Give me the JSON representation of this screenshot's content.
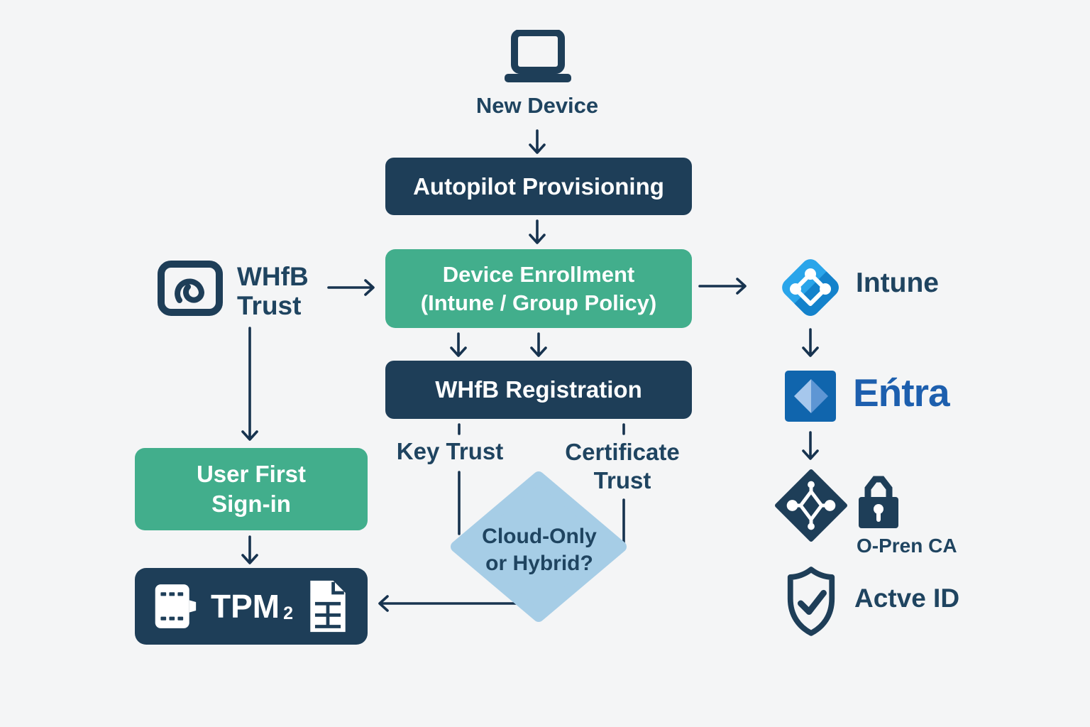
{
  "colors": {
    "bg": "#f4f5f6",
    "navy": "#1e3e58",
    "green": "#42ae8c",
    "diamond_blue": "#a6cde6",
    "arrow": "#17334f",
    "label": "#1f4460",
    "white": "#ffffff",
    "intune_light": "#2aa5ea",
    "intune_dark": "#1482cb",
    "entra_square": "#1065ad",
    "entra_light": "#a6c7ec",
    "entra_mid": "#5e96d4",
    "entra_text": "#1d5fae"
  },
  "nodes": {
    "new_device": {
      "label": "New Device"
    },
    "autopilot": {
      "label": "Autopilot Provisioning"
    },
    "device_enrollment": {
      "line1": "Device Enrollment",
      "line2": "(Intune / Group Policy)"
    },
    "whfb_trust": {
      "line1": "WHfB",
      "line2": "Trust"
    },
    "whfb_registration": {
      "label": "WHfB Registration"
    },
    "key_trust": {
      "label": "Key Trust"
    },
    "certificate_trust": {
      "line1": "Certificate",
      "line2": "Trust"
    },
    "decision": {
      "line1": "Cloud-Only",
      "line2": "or Hybrid?"
    },
    "user_first_sign_in": {
      "line1": "User First",
      "line2": "Sign-in"
    },
    "tpm": {
      "label": "TPM",
      "subscript": "2"
    },
    "intune": {
      "label": "Intune"
    },
    "entra": {
      "label": "Eńtra"
    },
    "o_pren_ca": {
      "label": "O-Pren CA"
    },
    "actve_id": {
      "label": "Actve ID"
    }
  },
  "icons": {
    "new_device": "laptop-icon",
    "whfb_trust": "fingerprint-badge-icon",
    "intune": "intune-diamond-icon",
    "entra": "entra-square-icon",
    "directory": "active-directory-diamond-icon",
    "ca": "lock-icon",
    "id": "shield-check-icon",
    "tpm_left": "tpm-chip-icon",
    "tpm_right": "certificate-document-icon"
  },
  "edges": [
    {
      "from": "New Device",
      "to": "Autopilot Provisioning"
    },
    {
      "from": "Autopilot Provisioning",
      "to": "Device Enrollment (Intune / Group Policy)"
    },
    {
      "from": "WHfB Trust",
      "to": "Device Enrollment (Intune / Group Policy)"
    },
    {
      "from": "Device Enrollment (Intune / Group Policy)",
      "to": "Intune"
    },
    {
      "from": "Device Enrollment (Intune / Group Policy)",
      "to": "WHfB Registration",
      "note": "double arrow"
    },
    {
      "from": "WHfB Registration",
      "to": "Cloud-Only or Hybrid?",
      "via": "Key Trust"
    },
    {
      "from": "WHfB Registration",
      "to": "Cloud-Only or Hybrid?",
      "via": "Certificate Trust"
    },
    {
      "from": "WHfB Trust",
      "to": "User First Sign-in"
    },
    {
      "from": "User First Sign-in",
      "to": "TPM 2"
    },
    {
      "from": "Cloud-Only or Hybrid?",
      "to": "TPM 2"
    },
    {
      "from": "Intune",
      "to": "Eńtra"
    },
    {
      "from": "Eńtra",
      "to": "O-Pren CA / Actve ID"
    }
  ]
}
